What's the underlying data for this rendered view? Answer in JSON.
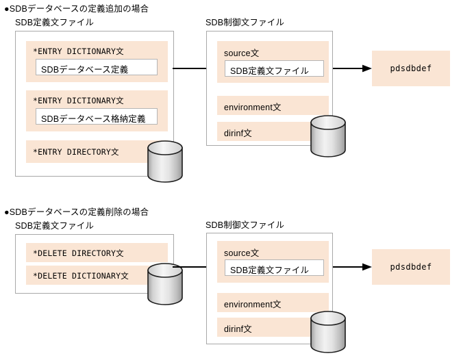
{
  "diagram": {
    "title_add": "●SDBデータベースの定義追加の場合",
    "title_delete": "●SDBデータベースの定義削除の場合",
    "colors": {
      "statement_fill": "#fae5d4",
      "panel_border": "#a8a8a8",
      "inner_border": "#b5b5b5",
      "arrow": "#000000",
      "background": "#ffffff"
    }
  },
  "section_add": {
    "heading": "●SDBデータベースの定義追加の場合",
    "definition_file": {
      "label": "SDB定義文ファイル",
      "statements": [
        {
          "name": "*ENTRY DICTIONARY文",
          "inner": "SDBデータベース定義"
        },
        {
          "name": "*ENTRY DICTIONARY文",
          "inner": "SDBデータベース格納定義"
        },
        {
          "name": "*ENTRY DIRECTORY文",
          "inner": null
        }
      ],
      "storage_icon": "database-cylinder-icon"
    },
    "control_file": {
      "label": "SDB制御文ファイル",
      "statements": [
        {
          "name": "source文",
          "inner": "SDB定義文ファイル"
        },
        {
          "name": "environment文",
          "inner": null
        },
        {
          "name": "dirinf文",
          "inner": null
        }
      ],
      "storage_icon": "database-cylinder-icon"
    },
    "command": {
      "label": "pdsdbdef"
    },
    "arrows": [
      {
        "name": "arrow-deffile-to-controlfile"
      },
      {
        "name": "arrow-controlfile-to-command"
      }
    ]
  },
  "section_delete": {
    "heading": "●SDBデータベースの定義削除の場合",
    "definition_file": {
      "label": "SDB定義文ファイル",
      "statements": [
        {
          "name": "*DELETE DIRECTORY文",
          "inner": null
        },
        {
          "name": "*DELETE DICTIONARY文",
          "inner": null
        }
      ],
      "storage_icon": "database-cylinder-icon"
    },
    "control_file": {
      "label": "SDB制御文ファイル",
      "statements": [
        {
          "name": "source文",
          "inner": "SDB定義文ファイル"
        },
        {
          "name": "environment文",
          "inner": null
        },
        {
          "name": "dirinf文",
          "inner": null
        }
      ],
      "storage_icon": "database-cylinder-icon"
    },
    "command": {
      "label": "pdsdbdef"
    },
    "arrows": [
      {
        "name": "arrow-deffile-to-controlfile"
      },
      {
        "name": "arrow-controlfile-to-command"
      }
    ]
  }
}
